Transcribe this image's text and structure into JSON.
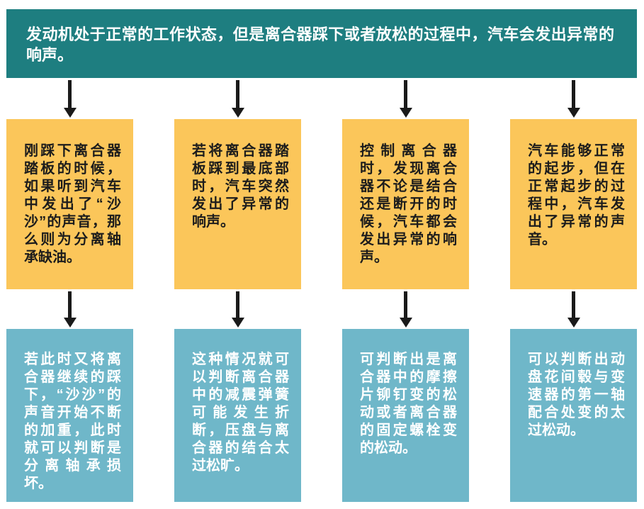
{
  "header": {
    "text": "发动机处于正常的工作状态，但是离合器踩下或者放松的过程中，汽车会发出异常的响声。"
  },
  "columns": [
    {
      "symptom": "刚踩下离合器踏板的时候，如果听到汽车中发出了“沙沙”的声音，那么则为分离轴承缺油。",
      "diagnosis": "若此时又将离合器继续的踩下，“沙沙”的声音开始不断的加重，此时就可以判断是分离轴承损坏。"
    },
    {
      "symptom": "若将离合器踏板踩到最底部时，汽车突然发出了异常的响声。",
      "diagnosis": "这种情况就可以判断离合器中的减震弹簧可能发生折断，压盘与离合器的结合太过松旷。"
    },
    {
      "symptom": "控制离合器时，发现离合器不论是结合还是断开的时候，汽车都会发出异常的响声。",
      "diagnosis": "可判断出是离合器中的摩擦片铆钉变的松动或者离合器的固定螺栓变的松动。"
    },
    {
      "symptom": "汽车能够正常的起步，但在正常起步的过程中，汽车发出了异常的声音。",
      "diagnosis": "可以判断出动盘花间毂与变速器的第一轴配合处变的太过松动。"
    }
  ],
  "colors": {
    "header_bg": "#1E7E80",
    "symptom_bg": "#FBC65A",
    "diagnosis_bg": "#6FB7C9",
    "arrow": "#1A1A1A",
    "header_text": "#FFFFFF",
    "symptom_text": "#1C1C1C",
    "diagnosis_text": "#FFFFFF"
  }
}
